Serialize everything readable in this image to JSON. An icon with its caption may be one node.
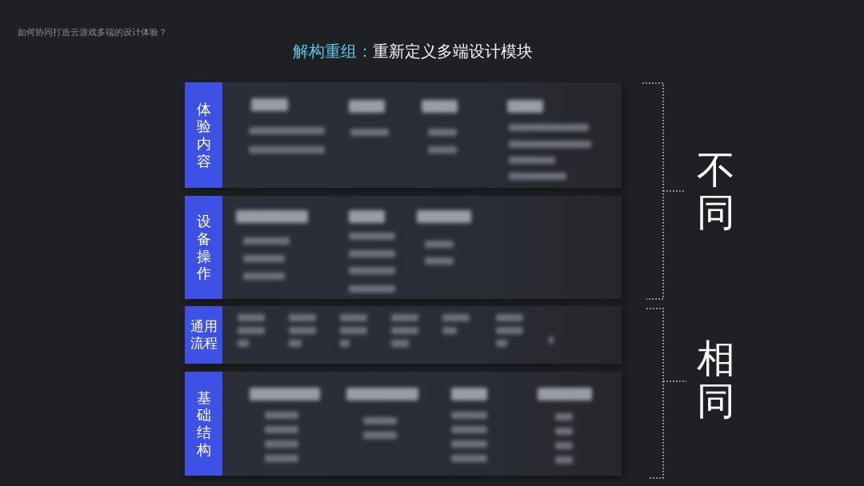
{
  "diagram": {
    "title": "**解构重组：**重新定义多端设计模块",
    "nodes": [
      {
        "text": [
          "体验内容"
        ]
      },
      {
        "text": [
          "设备操作"
        ]
      },
      {
        "text": [
          "通用流程"
        ]
      },
      {
        "text": [
          "基础结构"
        ]
      }
    ],
    "labels": [
      "如何协同打造云游戏多端的设计体验？",
      "不同",
      "相同"
    ]
  }
}
